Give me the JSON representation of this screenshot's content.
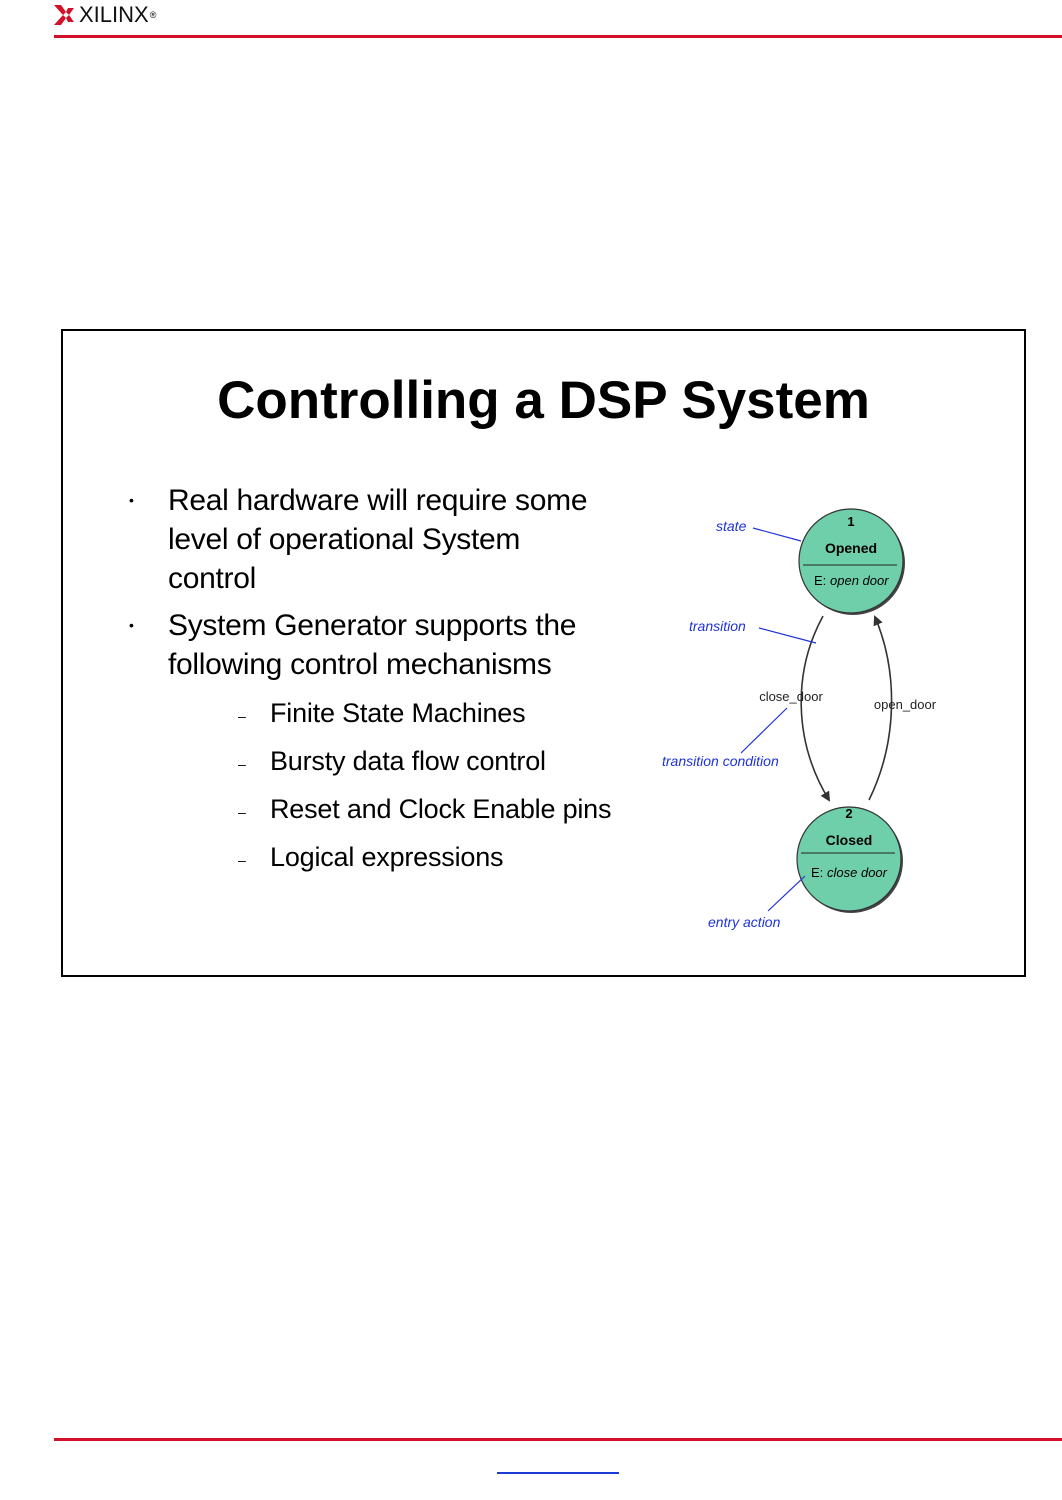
{
  "header": {
    "logo_text": "XILINX",
    "logo_registered": "®",
    "rule_color": "#d3102a"
  },
  "slide": {
    "title": "Controlling a DSP System",
    "bullets": [
      {
        "text": "Real hardware will require some level of operational System control"
      },
      {
        "text": "System Generator supports the following control mechanisms"
      }
    ],
    "sub_bullets": [
      "Finite State Machines",
      "Bursty data flow control",
      "Reset and Clock Enable pins",
      "Logical expressions"
    ],
    "diagram": {
      "state_fill": "#6fcfaa",
      "annotation_color": "#1e32d8",
      "states": [
        {
          "number": "1",
          "name": "Opened",
          "entry_prefix": "E:",
          "entry_action": "open door"
        },
        {
          "number": "2",
          "name": "Closed",
          "entry_prefix": "E:",
          "entry_action": "close door"
        }
      ],
      "transitions": [
        "close_door",
        "open_door"
      ],
      "annotations": {
        "state": "state",
        "transition": "transition",
        "transition_condition": "transition condition",
        "entry_action": "entry action"
      }
    }
  }
}
